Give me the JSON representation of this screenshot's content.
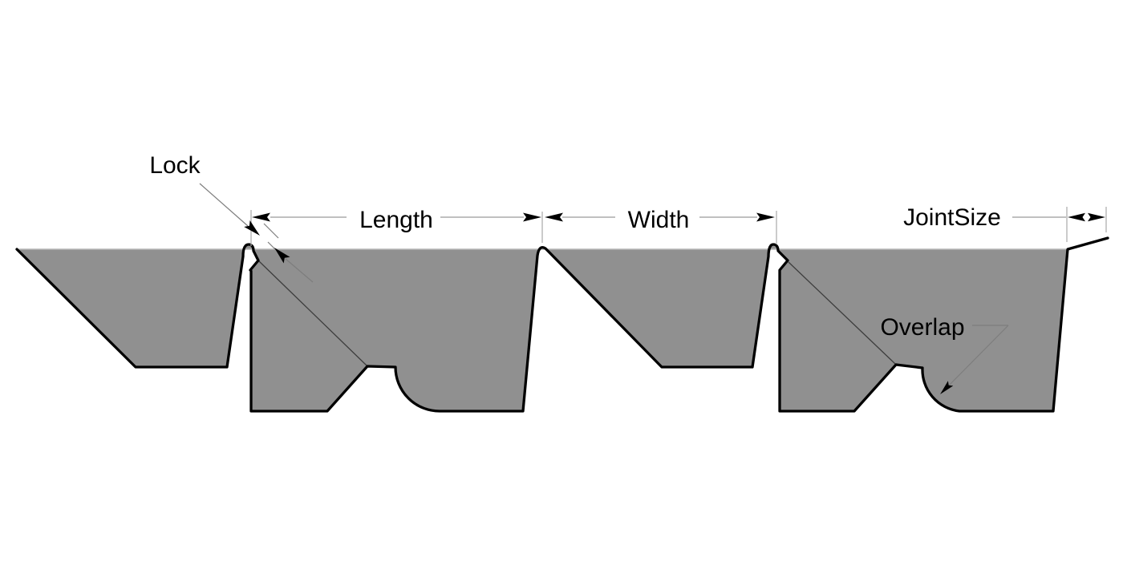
{
  "diagram": {
    "type": "panel-profile-cross-section",
    "annotations": {
      "lock": {
        "label": "Lock"
      },
      "length": {
        "label": "Length"
      },
      "width": {
        "label": "Width"
      },
      "joint_size": {
        "label": "JointSize"
      },
      "overlap": {
        "label": "Overlap"
      }
    }
  },
  "colors": {
    "background": "#ffffff",
    "panel_fill": "#909090",
    "outline": "#000000",
    "top_edge_line": "#b5b5b5",
    "dimension_line": "#9b9b9b",
    "extension_tick": "#a8a8a8",
    "leader_line": "#7d7d7d",
    "seam_line": "#3d3d3d",
    "arrow": "#000000",
    "text": "#000000"
  }
}
